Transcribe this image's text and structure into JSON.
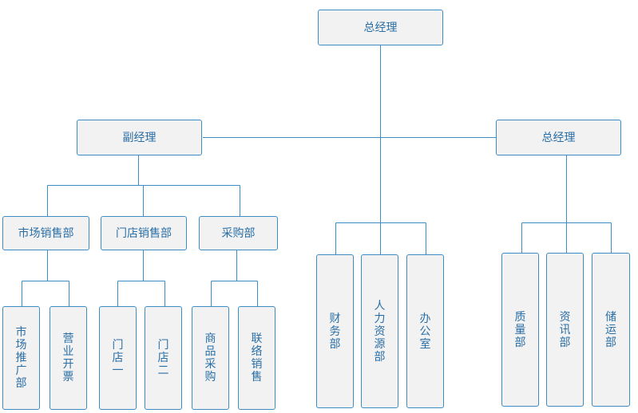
{
  "nodes": {
    "ceo": "总经理",
    "vp": "副经理",
    "gm2": "总经理",
    "marketing_sales": "市场销售部",
    "store_sales": "门店销售部",
    "purchasing": "采购部",
    "market_promotion": "市场推广部",
    "business_invoicing": "营业开票",
    "store_1": "门店一",
    "store_2": "门店二",
    "goods_purchase": "商品采购",
    "joint_sales": "联络销售",
    "finance": "财务部",
    "hr": "人力资源部",
    "office": "办公室",
    "quality": "质量部",
    "it": "资讯部",
    "logistics": "储运部"
  },
  "colors": {
    "line": "#3d8cc4",
    "box_fill": "#f2f2f2",
    "text": "#2a6fa6"
  }
}
